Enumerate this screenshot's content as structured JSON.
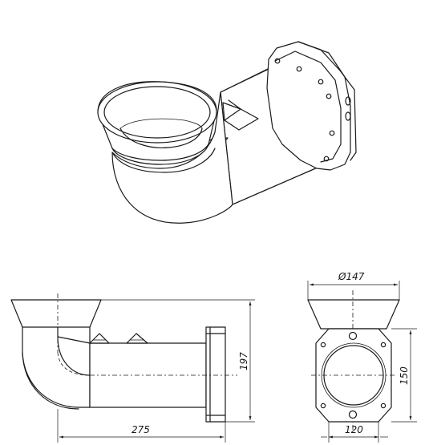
{
  "drawing": {
    "colors": {
      "line": "#1a1a1a",
      "background": "#ffffff"
    },
    "dimensions": {
      "length": "275",
      "height": "197",
      "diameter": "Ø147",
      "flange_height": "150",
      "flange_width": "120"
    }
  }
}
